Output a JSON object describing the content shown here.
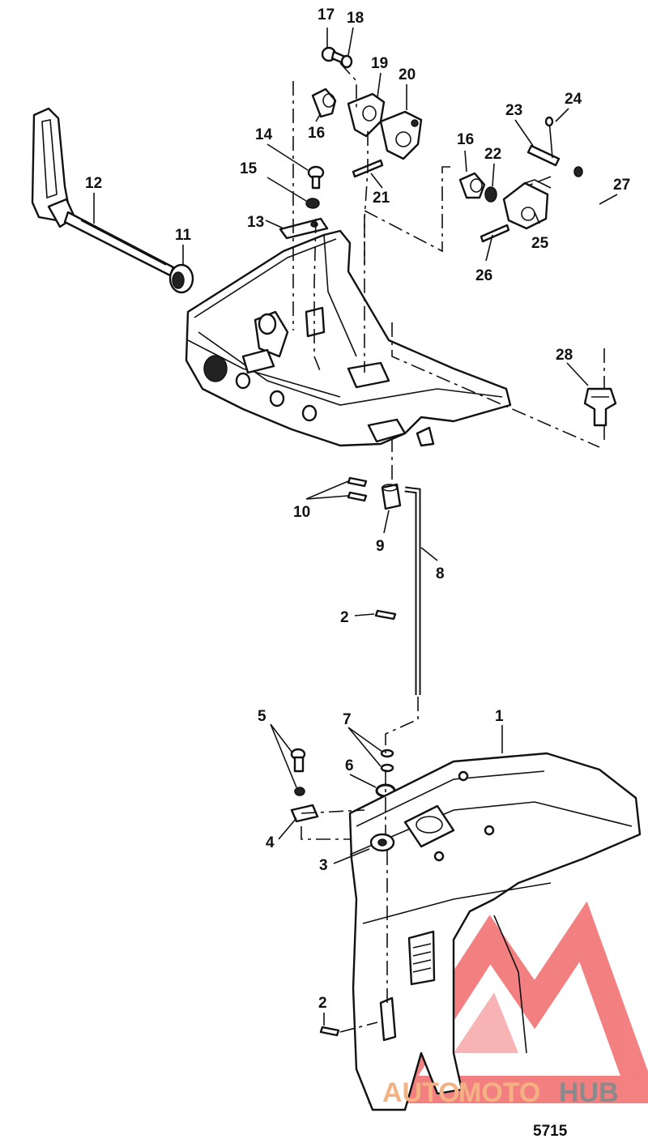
{
  "diagram": {
    "drawing_code": "5715",
    "watermark": {
      "text_auto": "AUTO",
      "text_moto": "MOTO",
      "text_hub": "HUB",
      "colors": {
        "auto": "#f4b183",
        "moto": "#f4b183",
        "hub": "#8a8a8a",
        "logo": "#f26b6b"
      }
    },
    "callouts": [
      {
        "id": "c1",
        "label": "1"
      },
      {
        "id": "c2a",
        "label": "2"
      },
      {
        "id": "c2b",
        "label": "2"
      },
      {
        "id": "c3",
        "label": "3"
      },
      {
        "id": "c4",
        "label": "4"
      },
      {
        "id": "c5",
        "label": "5"
      },
      {
        "id": "c6",
        "label": "6"
      },
      {
        "id": "c7",
        "label": "7"
      },
      {
        "id": "c8",
        "label": "8"
      },
      {
        "id": "c9",
        "label": "9"
      },
      {
        "id": "c10",
        "label": "10"
      },
      {
        "id": "c11",
        "label": "11"
      },
      {
        "id": "c12",
        "label": "12"
      },
      {
        "id": "c13",
        "label": "13"
      },
      {
        "id": "c14",
        "label": "14"
      },
      {
        "id": "c15",
        "label": "15"
      },
      {
        "id": "c16a",
        "label": "16"
      },
      {
        "id": "c16b",
        "label": "16"
      },
      {
        "id": "c17",
        "label": "17"
      },
      {
        "id": "c18",
        "label": "18"
      },
      {
        "id": "c19",
        "label": "19"
      },
      {
        "id": "c20",
        "label": "20"
      },
      {
        "id": "c21",
        "label": "21"
      },
      {
        "id": "c22",
        "label": "22"
      },
      {
        "id": "c23",
        "label": "23"
      },
      {
        "id": "c24",
        "label": "24"
      },
      {
        "id": "c25",
        "label": "25"
      },
      {
        "id": "c26",
        "label": "26"
      },
      {
        "id": "c27",
        "label": "27"
      },
      {
        "id": "c28",
        "label": "28"
      }
    ]
  }
}
